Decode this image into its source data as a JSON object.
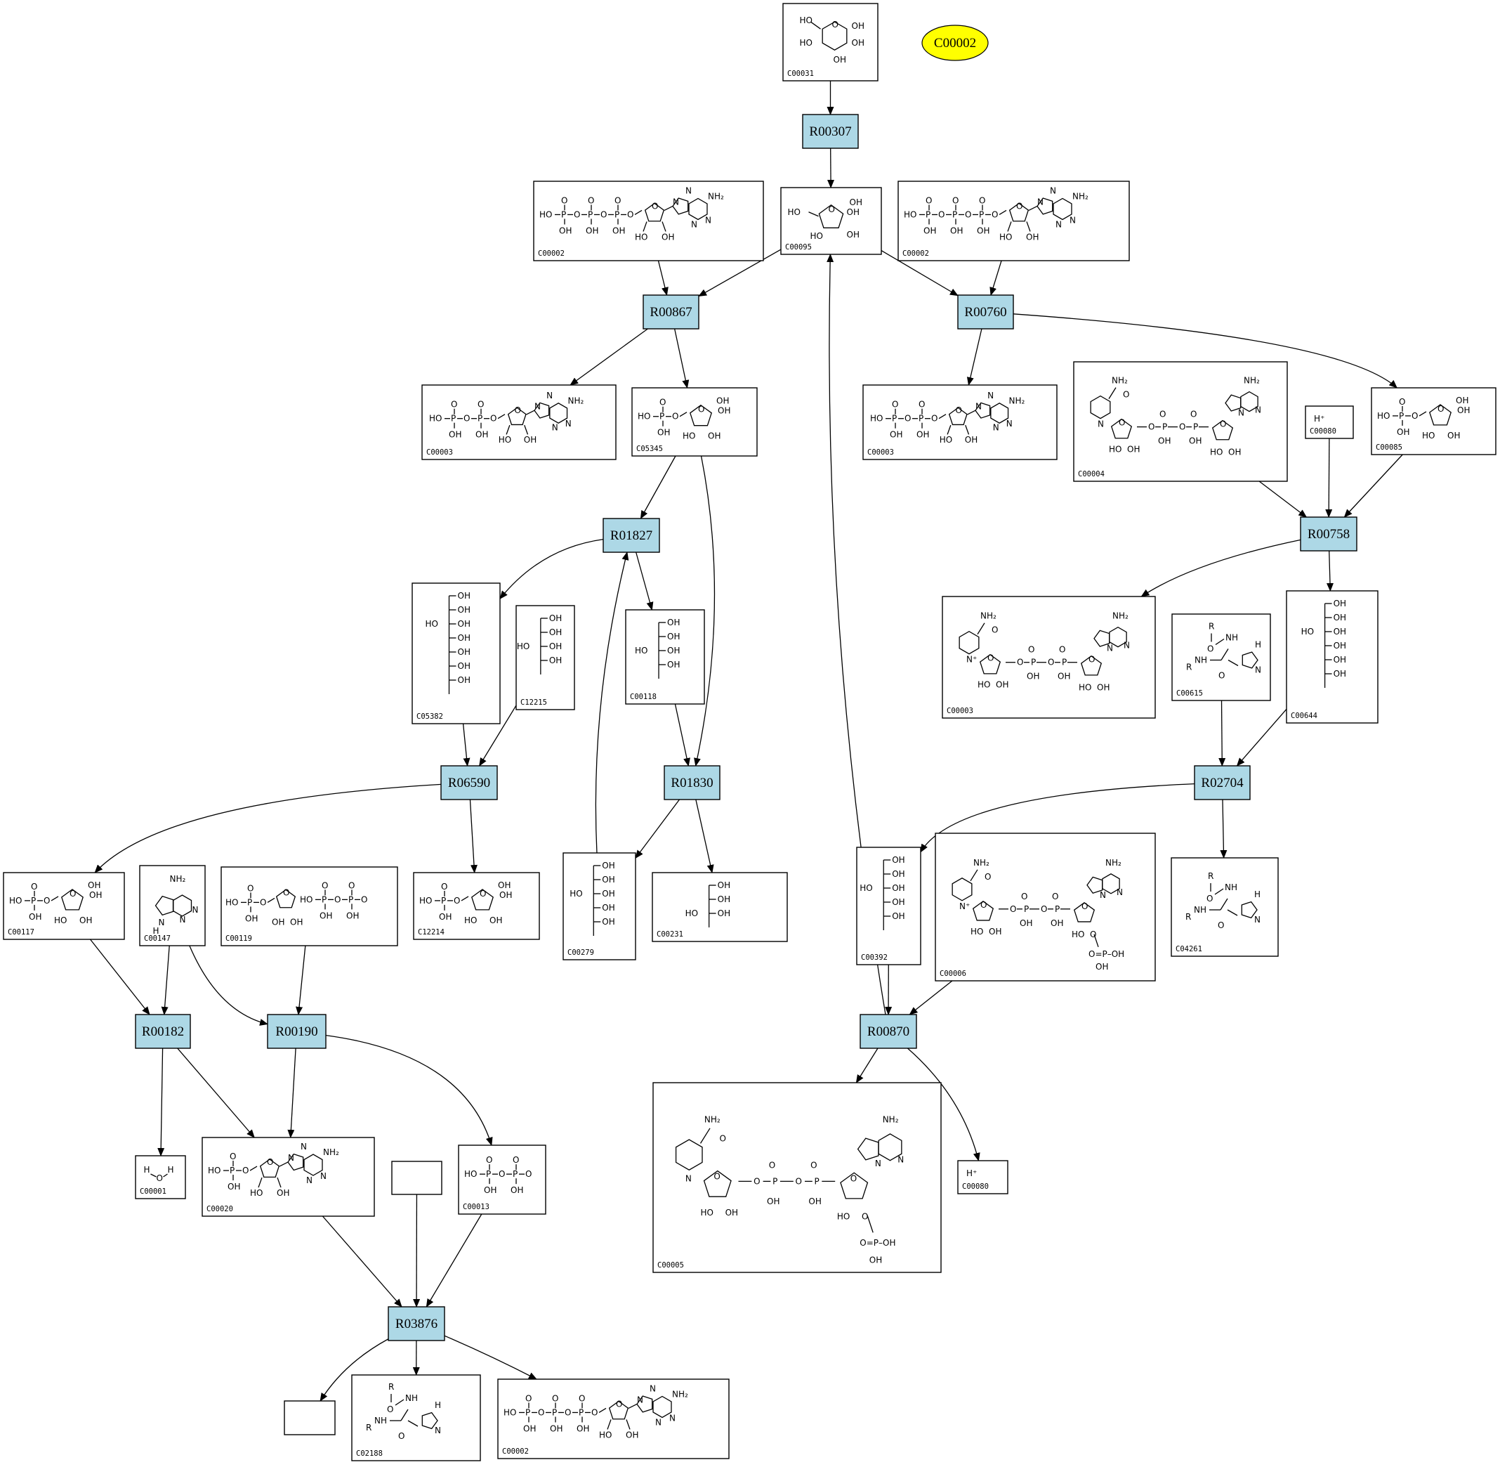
{
  "reactions": [
    {
      "id": "r-R00307",
      "label": "R00307"
    },
    {
      "id": "r-R00867",
      "label": "R00867"
    },
    {
      "id": "r-R00760",
      "label": "R00760"
    },
    {
      "id": "r-R01827",
      "label": "R01827"
    },
    {
      "id": "r-R00758",
      "label": "R00758"
    },
    {
      "id": "r-R06590",
      "label": "R06590"
    },
    {
      "id": "r-R01830",
      "label": "R01830"
    },
    {
      "id": "r-R02704",
      "label": "R02704"
    },
    {
      "id": "r-R00182",
      "label": "R00182"
    },
    {
      "id": "r-R00190",
      "label": "R00190"
    },
    {
      "id": "r-R00870",
      "label": "R00870"
    },
    {
      "id": "r-R03876",
      "label": "R03876"
    }
  ],
  "compounds": [
    {
      "id": "c-C00031",
      "label": "C00031",
      "kind": "hexose"
    },
    {
      "id": "c-C00002a",
      "label": "C00002",
      "kind": "atp"
    },
    {
      "id": "c-C00095",
      "label": "C00095",
      "kind": "fructose"
    },
    {
      "id": "c-C00002b",
      "label": "C00002",
      "kind": "atp"
    },
    {
      "id": "c-C00003a",
      "label": "C00003",
      "kind": "adp"
    },
    {
      "id": "c-C05345",
      "label": "C05345",
      "kind": "sugarP"
    },
    {
      "id": "c-C00003b",
      "label": "C00003",
      "kind": "adp"
    },
    {
      "id": "c-C00004",
      "label": "C00004",
      "kind": "nadh"
    },
    {
      "id": "c-C00080a",
      "label": "C00080",
      "kind": "hplus"
    },
    {
      "id": "c-C00085",
      "label": "C00085",
      "kind": "sugarP"
    },
    {
      "id": "c-C05382",
      "label": "C05382",
      "kind": "chain"
    },
    {
      "id": "c-C12215",
      "label": "C12215",
      "kind": "chain"
    },
    {
      "id": "c-C00118",
      "label": "C00118",
      "kind": "chain"
    },
    {
      "id": "c-C00003c",
      "label": "C00003",
      "kind": "nad"
    },
    {
      "id": "c-C00615",
      "label": "C00615",
      "kind": "peptide"
    },
    {
      "id": "c-C00644",
      "label": "C00644",
      "kind": "chain"
    },
    {
      "id": "c-C00117",
      "label": "C00117",
      "kind": "sugarP"
    },
    {
      "id": "c-C00147",
      "label": "C00147",
      "kind": "adenine"
    },
    {
      "id": "c-C00119",
      "label": "C00119",
      "kind": "prpp"
    },
    {
      "id": "c-C12214",
      "label": "C12214",
      "kind": "sugarP"
    },
    {
      "id": "c-C00279",
      "label": "C00279",
      "kind": "chain"
    },
    {
      "id": "c-C00231",
      "label": "C00231",
      "kind": "chain"
    },
    {
      "id": "c-C00392",
      "label": "C00392",
      "kind": "chain"
    },
    {
      "id": "c-C00006",
      "label": "C00006",
      "kind": "nadp"
    },
    {
      "id": "c-C04261",
      "label": "C04261",
      "kind": "peptide"
    },
    {
      "id": "c-C00001",
      "label": "C00001",
      "kind": "water"
    },
    {
      "id": "c-C00020",
      "label": "C00020",
      "kind": "amp"
    },
    {
      "id": "c-blank1",
      "label": "",
      "kind": "blank"
    },
    {
      "id": "c-C00013",
      "label": "C00013",
      "kind": "ppi"
    },
    {
      "id": "c-C00005",
      "label": "C00005",
      "kind": "nadph"
    },
    {
      "id": "c-C00080b",
      "label": "C00080",
      "kind": "hplus"
    },
    {
      "id": "c-blank2",
      "label": "",
      "kind": "blank"
    },
    {
      "id": "c-C02188",
      "label": "C02188",
      "kind": "peptide"
    },
    {
      "id": "c-C00002c",
      "label": "C00002",
      "kind": "atp"
    }
  ],
  "highlight": {
    "label": "C00002",
    "color": "#ffff00"
  },
  "colors": {
    "reaction_fill": "#add8e6",
    "compound_fill": "#ffffff",
    "stroke": "#000000"
  }
}
